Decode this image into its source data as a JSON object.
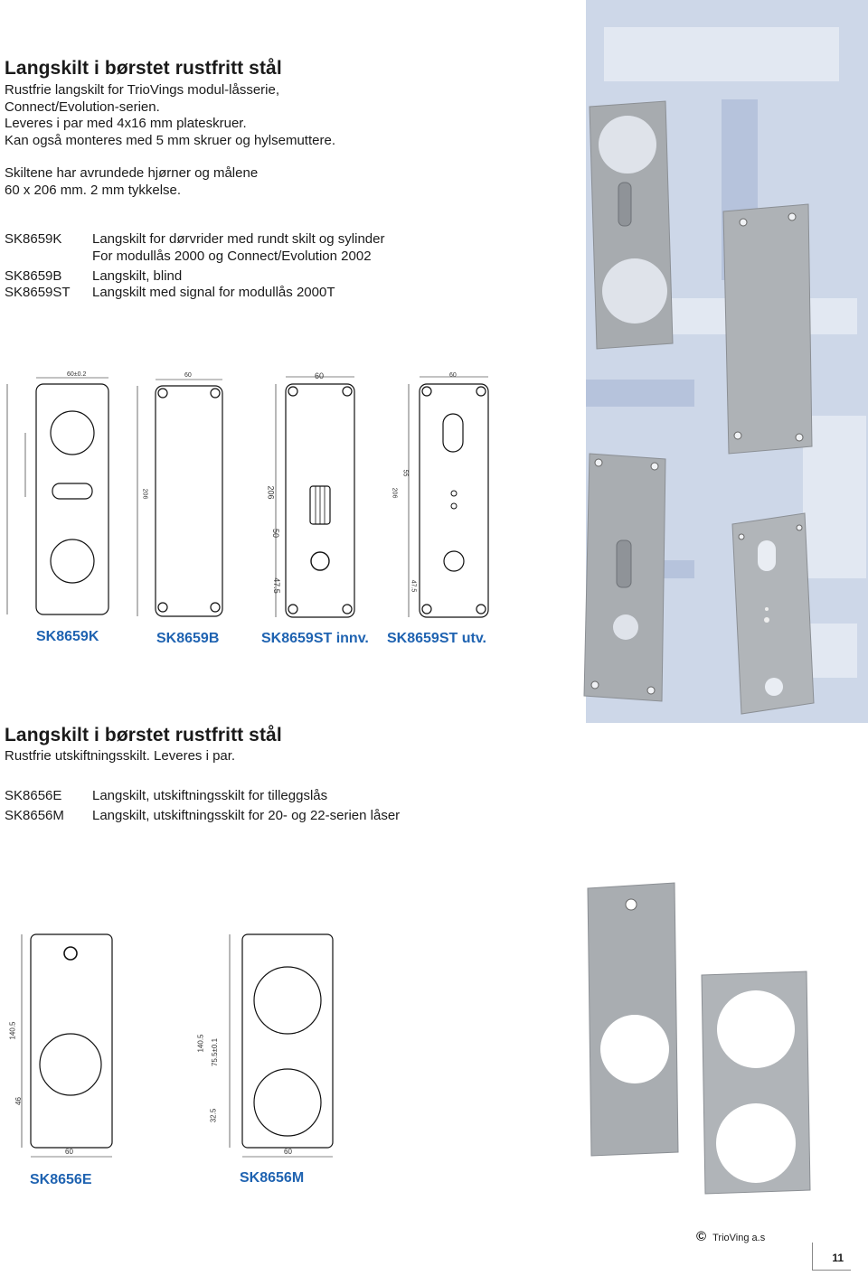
{
  "section1": {
    "title": "Langskilt i børstet rustfritt stål",
    "lines": [
      "Rustfrie langskilt for TrioVings modul-låsserie,",
      "Connect/Evolution-serien.",
      "Leveres i par med 4x16 mm plateskruer.",
      "Kan også monteres med 5 mm skruer og hylsemuttere.",
      "Skiltene har avrundede hjørner og målene",
      "60 x 206 mm. 2 mm tykkelse."
    ],
    "products": [
      {
        "code": "SK8659K",
        "desc": "Langskilt for dørvrider med rundt skilt og sylinder",
        "desc2": "For modullås 2000 og Connect/Evolution 2002"
      },
      {
        "code": "SK8659B",
        "desc": "Langskilt, blind"
      },
      {
        "code": "SK8659ST",
        "desc": "Langskilt med signal for modullås 2000T"
      }
    ],
    "captions": [
      "SK8659K",
      "SK8659B",
      "SK8659ST innv.",
      "SK8659ST utv."
    ],
    "dims": {
      "k_top": "60±0.2",
      "b_top": "60",
      "sti_top": "60",
      "stu_top": "60",
      "b_h": "206",
      "sti_h": "206",
      "sti_50": "50",
      "sti_475": "47.5",
      "stu_55": "55",
      "stu_h": "206",
      "stu_475": "47.5"
    }
  },
  "section2": {
    "title": "Langskilt i børstet rustfritt stål",
    "line": "Rustfrie utskiftningsskilt. Leveres i par.",
    "products": [
      {
        "code": "SK8656E",
        "desc": "Langskilt, utskiftningsskilt for tilleggslås"
      },
      {
        "code": "SK8656M",
        "desc": "Langskilt, utskiftningsskilt for 20- og 22-serien låser"
      }
    ],
    "captions": [
      "SK8656E",
      "SK8656M"
    ],
    "dims": {
      "e_h": "140.5",
      "e_46": "46",
      "e_w": "60",
      "m_h": "140.5",
      "m_755": "75.5±0.1",
      "m_325": "32.5",
      "m_w": "60"
    }
  },
  "footer": {
    "copyright_symbol": "©",
    "brand": "TrioVing a.s",
    "page_number": "11"
  },
  "colors": {
    "caption": "#1f63b1",
    "plate": "#a9adb1",
    "background_panel": "#cdd7e8"
  }
}
